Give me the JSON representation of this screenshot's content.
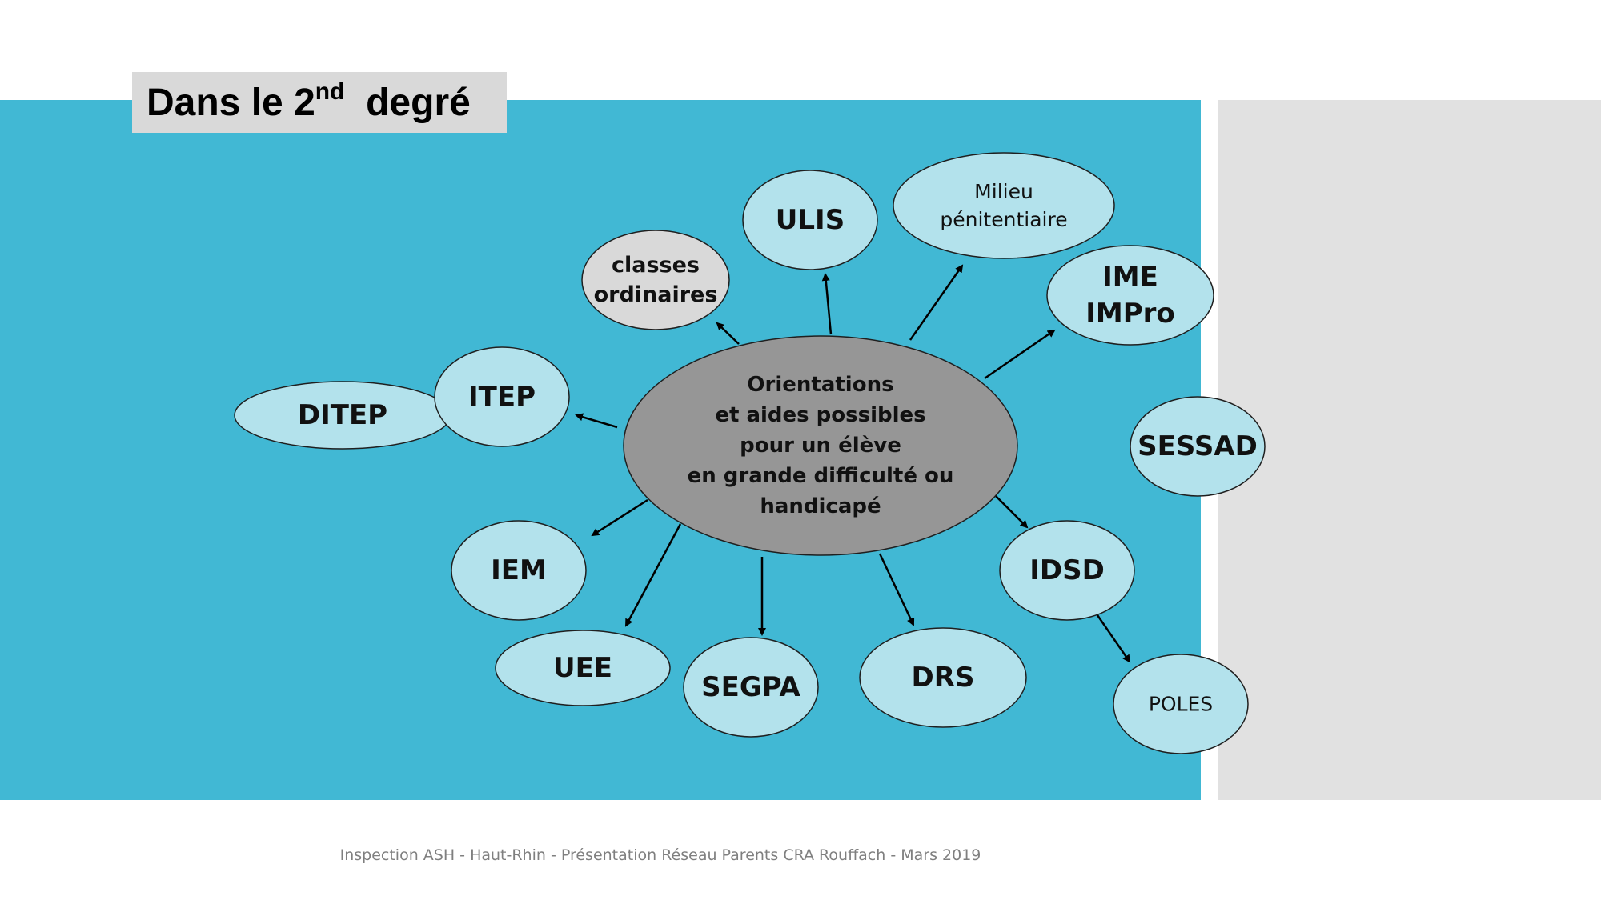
{
  "title": {
    "main": "Dans le 2",
    "sup": "nd",
    "rest": "degré"
  },
  "center": {
    "lines": [
      "Orientations",
      "et aides possibles",
      "pour un élève",
      "en grande difficulté ou",
      "handicapé"
    ]
  },
  "nodes": [
    {
      "key": "ditep",
      "lines": [
        "DITEP"
      ]
    },
    {
      "key": "itep",
      "lines": [
        "ITEP"
      ]
    },
    {
      "key": "classes",
      "lines": [
        "classes",
        "ordinaires"
      ]
    },
    {
      "key": "ulis",
      "lines": [
        "ULIS"
      ]
    },
    {
      "key": "milieu",
      "lines": [
        "Milieu",
        "pénitentiaire"
      ]
    },
    {
      "key": "ime",
      "lines": [
        "IME",
        "IMPro"
      ]
    },
    {
      "key": "sessad",
      "lines": [
        "SESSAD"
      ]
    },
    {
      "key": "idsd",
      "lines": [
        "IDSD"
      ]
    },
    {
      "key": "poles",
      "lines": [
        "POLES"
      ]
    },
    {
      "key": "drs",
      "lines": [
        "DRS"
      ]
    },
    {
      "key": "segpa",
      "lines": [
        "SEGPA"
      ]
    },
    {
      "key": "uee",
      "lines": [
        "UEE"
      ]
    },
    {
      "key": "iem",
      "lines": [
        "IEM"
      ]
    }
  ],
  "colors": {
    "panel_blue": "#41b8d4",
    "panel_grey": "#e1e1e1",
    "node_fill": "#b3e2ec",
    "node_grey_fill": "#d9d9d9",
    "center_fill": "#969696"
  },
  "footer": "Inspection ASH - Haut-Rhin - Présentation Réseau Parents CRA Rouffach - Mars 2019"
}
